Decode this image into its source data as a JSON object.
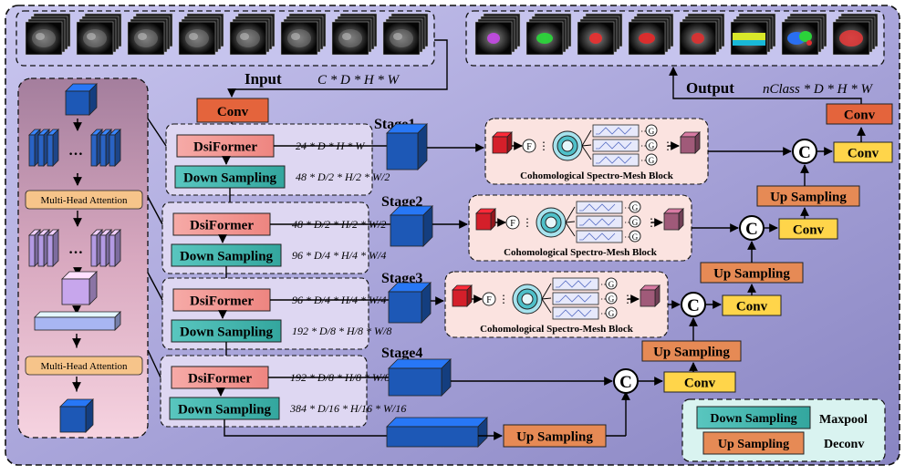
{
  "input": {
    "label": "Input",
    "dims": "C * D * H * W"
  },
  "output": {
    "label": "Output",
    "dims": "nClass * D * H * W"
  },
  "conv": "Conv",
  "dsiformer": "DsiFormer",
  "down_sampling": "Down Sampling",
  "up_sampling": "Up Sampling",
  "concat_symbol": "C",
  "stages": [
    {
      "label": "Stage1",
      "dsi_dims": "24 * D * H * W",
      "down_dims": "48 * D/2 * H/2 * W/2"
    },
    {
      "label": "Stage2",
      "dsi_dims": "48 * D/2 * H/2 * W/2",
      "down_dims": "96 * D/4 * H/4 * W/4"
    },
    {
      "label": "Stage3",
      "dsi_dims": "96 * D/4 * H/4 * W/4",
      "down_dims": "192 * D/8 * H/8 * W/8"
    },
    {
      "label": "Stage4",
      "dsi_dims": "192 * D/8 * H/8 * W/8",
      "down_dims": "384 * D/16 * H/16 * W/16"
    }
  ],
  "csm_block": {
    "label": "Cohomological Spectro-Mesh Block",
    "f_symbol": "F",
    "g_symbol": "G"
  },
  "attention": {
    "label": "Multi-Head Attention"
  },
  "legend": {
    "down_sampling": "Down Sampling",
    "down_meaning": "Maxpool",
    "up_sampling": "Up Sampling",
    "up_meaning": "Deconv"
  },
  "colors": {
    "outer_bg": "#aaa6d9",
    "conv": "#e4643c",
    "dsiformer": "#f19591",
    "down": "#3fb5ad",
    "up": "#e68a55",
    "conv_yellow": "#ffd54a",
    "cube": "#1d58b6",
    "csm_bg": "#fbe3e0",
    "legend_bg": "#d9f3f0",
    "left_panel_top": "#b08aa8",
    "left_panel_bottom": "#f4c9d7"
  }
}
